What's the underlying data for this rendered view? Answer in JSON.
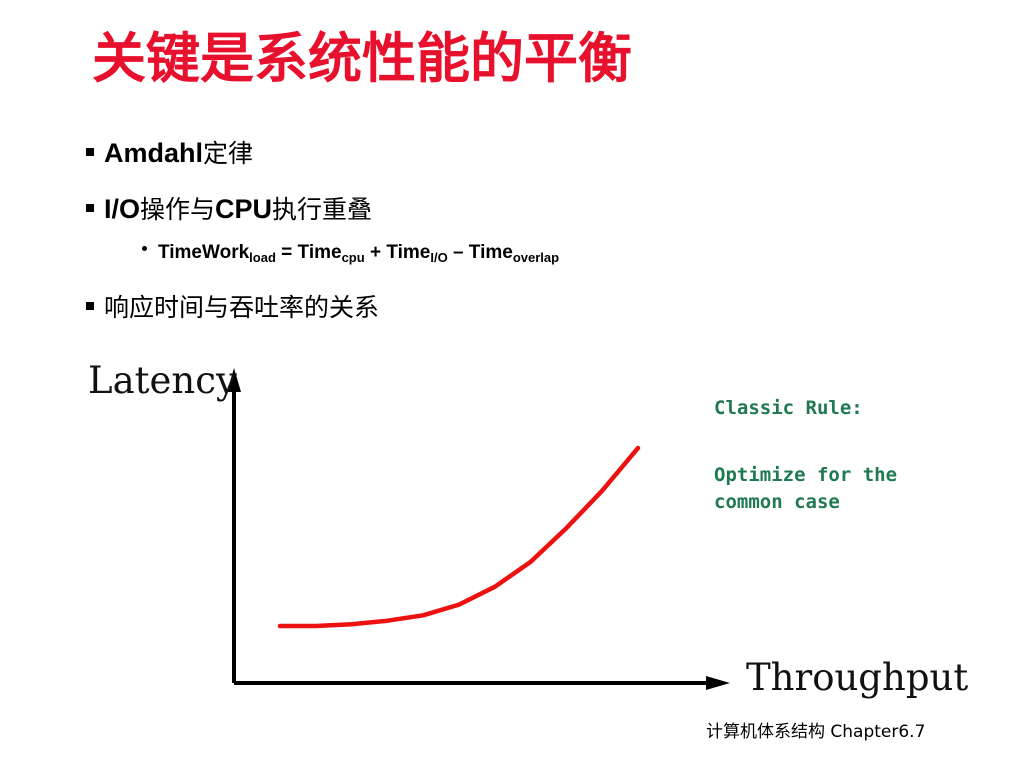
{
  "slide": {
    "title": "关键是系统性能的平衡"
  },
  "bullets": {
    "b1_latin": "Amdahl",
    "b1_cjk": "定律",
    "b2_latin1": "I/O",
    "b2_cjk1": "操作与",
    "b2_latin2": "CPU",
    "b2_cjk2": "执行重叠",
    "formula": {
      "t1": "TimeWork",
      "s1": "load",
      "t2": " = Time",
      "s2": "cpu",
      "t3": " + Time",
      "s3": "I/O",
      "t4": " – Time",
      "s4": "overlap"
    },
    "b3_cjk": "响应时间与吞吐率的关系"
  },
  "chart": {
    "y_label": "Latency",
    "x_label": "Throughput",
    "rule_title": "Classic Rule:",
    "rule_line1": "Optimize for the",
    "rule_line2": "common case",
    "curve_color": "#ee1111",
    "axis_color": "#000000",
    "rule_color": "#1f7a52"
  },
  "chart_data": {
    "type": "line",
    "title": "",
    "xlabel": "Throughput",
    "ylabel": "Latency",
    "x": [
      0.0,
      0.1,
      0.2,
      0.3,
      0.4,
      0.5,
      0.6,
      0.7,
      0.8,
      0.9,
      1.0
    ],
    "series": [
      {
        "values": [
          0.0,
          0.0,
          0.01,
          0.03,
          0.06,
          0.12,
          0.22,
          0.36,
          0.55,
          0.76,
          1.0
        ]
      }
    ],
    "grid": false,
    "legend": "none"
  },
  "footer": {
    "text": "计算机体系结构 Chapter6.7"
  }
}
